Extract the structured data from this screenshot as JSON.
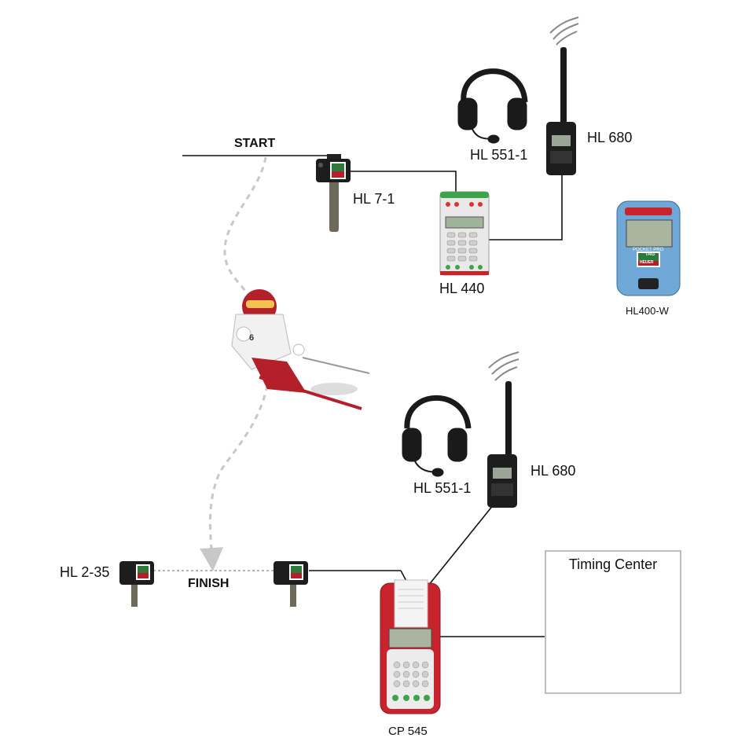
{
  "labels": {
    "start": "START",
    "finish": "FINISH",
    "hl7_1": "HL 7-1",
    "hl440": "HL 440",
    "hl551_top": "HL 551-1",
    "hl680_top": "HL 680",
    "hl400w": "HL400-W",
    "hl551_bottom": "HL 551-1",
    "hl680_bottom": "HL 680",
    "hl2_35": "HL 2-35",
    "cp545": "CP 545",
    "timing_center": "Timing Center"
  },
  "device_text": {
    "brand_top": "TAG",
    "brand_bottom": "HEUER",
    "stopwatch_model": "POCKET PRO",
    "bib_number": "6"
  },
  "colors": {
    "line": "#111111",
    "dashed_path": "#c8c8c8",
    "finish_line": "#b5b5b5",
    "printer_red": "#c9242e",
    "device_green": "#3fa34d",
    "stopwatch_blue": "#6fa8d6",
    "skier_red": "#b3202a"
  }
}
